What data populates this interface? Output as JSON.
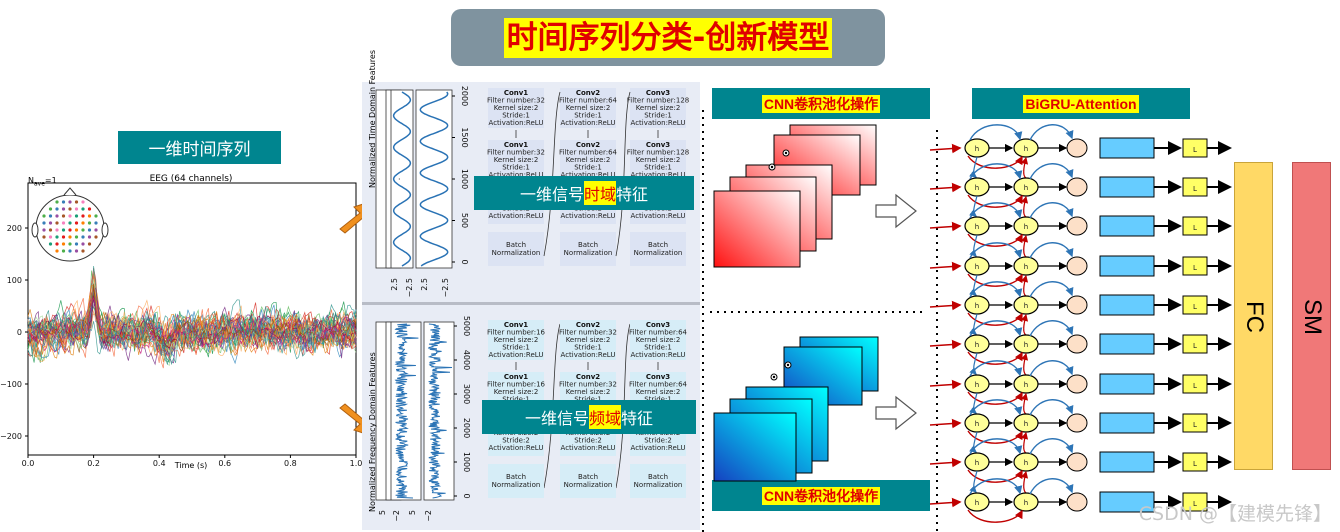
{
  "title": "时间序列分类-创新模型",
  "series_label": "一维时间序列",
  "eeg": {
    "title": "EEG (64 channels)",
    "nave": "N",
    "nave_sub": "ave",
    "nave_val": "=1",
    "xlabel": "Time (s)",
    "xticks": [
      "0.0",
      "0.2",
      "0.4",
      "0.6",
      "0.8",
      "1.0"
    ],
    "yticks": [
      "200",
      "100",
      "0",
      "−100",
      "−200"
    ]
  },
  "time_panel": {
    "ylabel": "Normalized Time Domain Features",
    "overlay": {
      "pre": "一维信号",
      "hl": "时域",
      "post": "特征"
    },
    "right_ticks": [
      "2000",
      "1500",
      "1000",
      "500",
      "0"
    ],
    "bottom_ticks": [
      "2.5",
      "−2.5",
      "2.5",
      "−2.5"
    ]
  },
  "freq_panel": {
    "ylabel": "Normalized Frequency Domain Features",
    "overlay": {
      "pre": "一维信号",
      "hl": "频域",
      "post": "特征"
    },
    "right_ticks": [
      "5000",
      "4000",
      "3000",
      "2000",
      "1000",
      "0"
    ],
    "bottom_ticks": [
      "5",
      "−2",
      "5",
      "−2"
    ]
  },
  "conv_time": [
    {
      "name": "Conv1",
      "filters": "Filter number:32",
      "kernel": "Kernel size:2",
      "stride": "Stride:1",
      "act": "Activation:ReLU"
    },
    {
      "name": "Conv2",
      "filters": "Filter number:64",
      "kernel": "Kernel size:2",
      "stride": "Stride:1",
      "act": "Activation:ReLU"
    },
    {
      "name": "Conv3",
      "filters": "Filter number:128",
      "kernel": "Kernel size:2",
      "stride": "Stride:1",
      "act": "Activation:ReLU"
    }
  ],
  "conv_freq": [
    {
      "name": "Conv1",
      "filters": "Filter number:16",
      "kernel": "Kernel size:2",
      "stride": "Stride:1",
      "act": "Activation:ReLU"
    },
    {
      "name": "Conv2",
      "filters": "Filter number:32",
      "kernel": "Kernel size:2",
      "stride": "Stride:1",
      "act": "Activation:ReLU"
    },
    {
      "name": "Conv3",
      "filters": "Filter number:64",
      "kernel": "Kernel size:2",
      "stride": "Stride:1",
      "act": "Activation:ReLU"
    }
  ],
  "pool_block": {
    "kernel": "Kernel size:2",
    "stride": "Stride:2",
    "act": "Activation:ReLU"
  },
  "batch_norm": {
    "line1": "Batch",
    "line2": "Normalization"
  },
  "cnn_label": "CNN卷积池化操作",
  "bigru_label": "BiGRU-Attention",
  "neuron_label": "h",
  "att_label": "L",
  "fc_label": "FC",
  "sm_label": "SM",
  "watermark": "CSDN @【建模先锋】",
  "colors": {
    "teal": "#00858f",
    "highlight": "#ffff00",
    "title_red": "#e00000",
    "title_bg": "#7f939f",
    "fc": "#ffd966",
    "sm": "#f07878",
    "cell": "#66ccff",
    "node": "#ffff99",
    "out": "#fde0c8"
  }
}
